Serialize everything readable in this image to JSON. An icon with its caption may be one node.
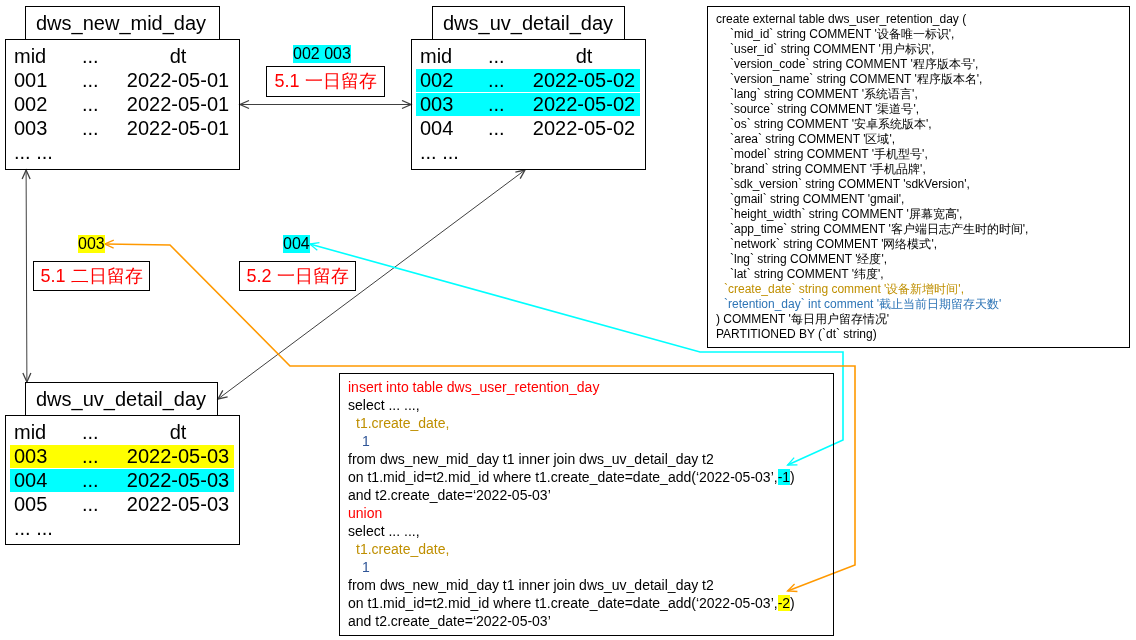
{
  "diagram": {
    "nodes": [
      {
        "text": [
          "dws_new_mid_day"
        ]
      },
      {
        "text": [
          "mid",
          "...",
          "dt",
          "001",
          "...",
          "2022-05-01",
          "002",
          "...",
          "2022-05-01",
          "003",
          "...",
          "2022-05-01",
          "... ..."
        ]
      },
      {
        "text": [
          "dws_uv_detail_day"
        ]
      },
      {
        "text": [
          "mid",
          "...",
          "dt",
          "002",
          "...",
          "2022-05-02",
          "003",
          "...",
          "2022-05-02",
          "004",
          "...",
          "2022-05-02",
          "... ..."
        ]
      },
      {
        "text": [
          "5.1 一日留存"
        ],
        "beside": [
          "002 003"
        ]
      },
      {
        "text": [
          "003"
        ]
      },
      {
        "text": [
          "5.1 二日留存"
        ]
      },
      {
        "text": [
          "004"
        ]
      },
      {
        "text": [
          "5.2 一日留存"
        ]
      },
      {
        "text": [
          "dws_uv_detail_day"
        ]
      },
      {
        "text": [
          "mid",
          "...",
          "dt",
          "003",
          "...",
          "2022-05-03",
          "004",
          "...",
          "2022-05-03",
          "005",
          "...",
          "2022-05-03",
          "... ..."
        ]
      },
      {
        "text": [
          "create external table dws_user_retention_day (",
          "`mid_id` string COMMENT '设备唯一标识',",
          "`user_id` string COMMENT '用户标识',",
          "`version_code` string COMMENT '程序版本号',",
          "`version_name` string COMMENT '程序版本名',",
          "`lang` string COMMENT '系统语言',",
          "`source` string COMMENT '渠道号',",
          "`os` string COMMENT '安卓系统版本',",
          "`area` string COMMENT '区域',",
          "`model` string COMMENT '手机型号',",
          "`brand` string COMMENT '手机品牌',",
          "`sdk_version` string COMMENT 'sdkVersion',",
          "`gmail` string COMMENT 'gmail',",
          "`height_width` string COMMENT '屏幕宽高',",
          "`app_time` string COMMENT '客户端日志产生时的时间',",
          "`network` string COMMENT '网络模式',",
          "`lng` string COMMENT '经度',",
          "`lat` string COMMENT '纬度',",
          "`create_date` string comment '设备新增时间',",
          "`retention_day` int comment '截止当前日期留存天数'",
          ") COMMENT '每日用户留存情况'",
          "PARTITIONED BY (`dt` string)"
        ]
      },
      {
        "text": [
          "insert into table dws_user_retention_day",
          "select ... ...,",
          "t1.create_date,",
          "1",
          "from dws_new_mid_day t1 inner join dws_uv_detail_day t2",
          "on t1.mid_id=t2.mid_id where t1.create_date=date_add(‘2022-05-03’,",
          ")",
          "and t2.create_date=‘2022-05-03’",
          "union",
          "select ... ...,",
          "t1.create_date,",
          "1",
          "from dws_new_mid_day t1 inner join dws_uv_detail_day t2",
          "on t1.mid_id=t2.mid_id where t1.create_date=date_add(‘2022-05-03’,",
          ")",
          "and t2.create_date=‘2022-05-03’"
        ]
      },
      {
        "text": [
          "-1"
        ],
        "in": 12
      },
      {
        "text": [
          "-2"
        ],
        "in": 12
      }
    ],
    "edges": [
      {
        "from": 1,
        "to": 3,
        "arrow": "both"
      },
      {
        "from": 1,
        "to": 9,
        "arrow": "both"
      },
      {
        "from": 3,
        "to": 9,
        "arrow": "both"
      },
      {
        "from": 7,
        "to": 13,
        "arrow": "both",
        "color": "#00ffff"
      },
      {
        "from": 5,
        "to": 14,
        "arrow": "both",
        "color": "#ff9900"
      }
    ]
  }
}
